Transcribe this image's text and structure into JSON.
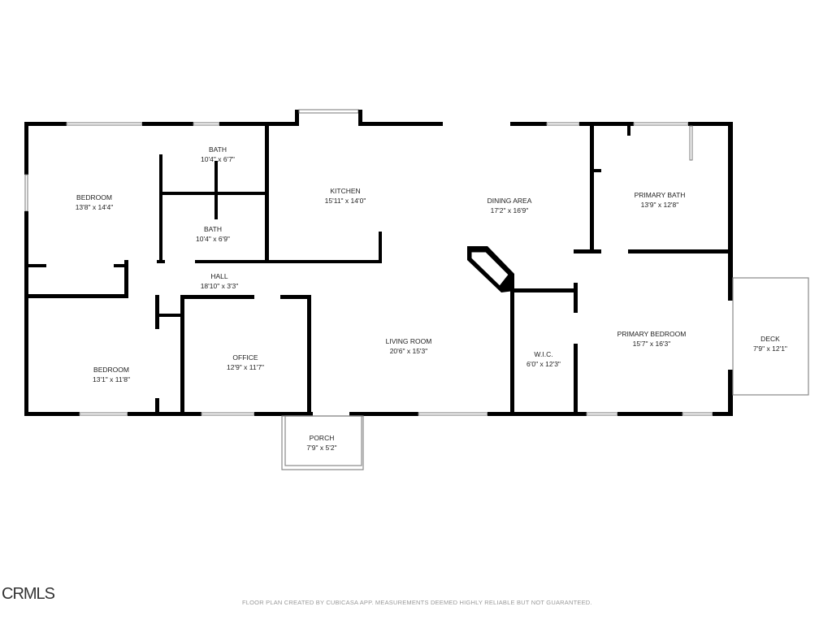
{
  "rooms": [
    {
      "name": "BEDROOM",
      "size": "13'8\" x 14'4\""
    },
    {
      "name": "BATH",
      "size": "10'4\" x 6'7\""
    },
    {
      "name": "BATH",
      "size": "10'4\" x 6'9\""
    },
    {
      "name": "KITCHEN",
      "size": "15'11\" x 14'0\""
    },
    {
      "name": "DINING AREA",
      "size": "17'2\" x 16'9\""
    },
    {
      "name": "PRIMARY BATH",
      "size": "13'9\" x 12'8\""
    },
    {
      "name": "HALL",
      "size": "18'10\" x 3'3\""
    },
    {
      "name": "BEDROOM",
      "size": "13'1\" x 11'8\""
    },
    {
      "name": "OFFICE",
      "size": "12'9\" x 11'7\""
    },
    {
      "name": "LIVING ROOM",
      "size": "20'6\" x 15'3\""
    },
    {
      "name": "W.I.C.",
      "size": "6'0\" x 12'3\""
    },
    {
      "name": "PRIMARY BEDROOM",
      "size": "15'7\" x 16'3\""
    },
    {
      "name": "DECK",
      "size": "7'9\" x 12'1\""
    },
    {
      "name": "PORCH",
      "size": "7'9\" x 5'2\""
    }
  ],
  "footer": "FLOOR PLAN CREATED BY CUBICASA APP. MEASUREMENTS DEEMED HIGHLY RELIABLE BUT NOT GUARANTEED.",
  "watermark": "CRMLS"
}
